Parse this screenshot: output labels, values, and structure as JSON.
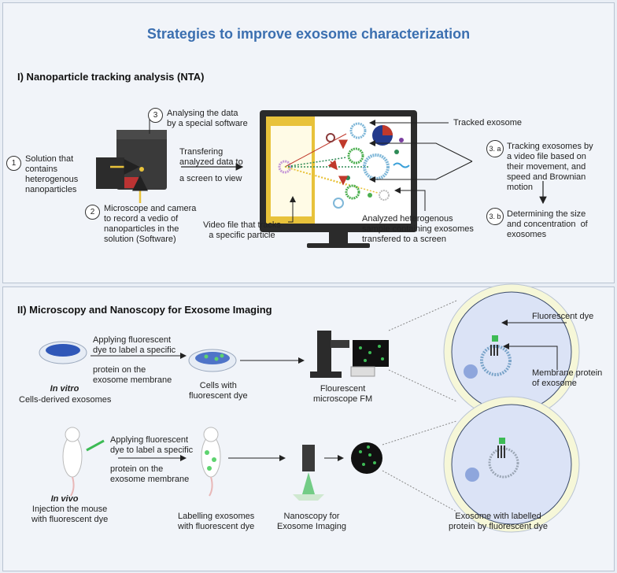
{
  "title": "Strategies to improve exosome characterization",
  "section1": {
    "heading": "I)  Nanoparticle tracking analysis (NTA)",
    "step1": {
      "num": "1",
      "text": "Solution that\ncontains\nheterogenous\nnanoparticles"
    },
    "step2": {
      "num": "2",
      "text": "Microscope and camera\nto record a vedio of\nnanoparticles in the\nsolution (Software)"
    },
    "step3": {
      "num": "3",
      "text": "Analysing the data\nby a special software"
    },
    "transfer": "Transfering\nanalyzed data to",
    "screen_view": "a screen to view",
    "tracked": "Tracked exosome",
    "video_file": "Video file that tracks\na specific particle",
    "analyzed": "Analyzed heterogenous\nsample containing exosomes\ntransfered to a screen",
    "step3a": {
      "num": "3. a",
      "text": "Tracking exosomes by\na video file based on\ntheir movement, and\nspeed and Brownian\nmotion"
    },
    "step3b": {
      "num": "3. b",
      "text": "Determining the size\nand concentration  of\nexosomes"
    }
  },
  "section2": {
    "heading": "II)  Microscopy and  Nanoscopy for Exosome Imaging",
    "invitro_apply1": "Applying fluorescent\ndye to label a specific",
    "invitro_apply2": "protein on the\nexosome membrane",
    "invitro_label": "In vitro",
    "invitro_sub": "Cells-derived exosomes",
    "cells_dye": "Cells with\nfluorescent dye",
    "fm": "Flourescent\nmicroscope FM",
    "fluor_dye": "Fluorescent dye",
    "membrane_protein": "Membrane protein\nof exosome",
    "invivo_apply1": "Applying fluorescent\ndye to label a specific",
    "invivo_apply2": "protein on the\nexosome membrane",
    "invivo_label": "In vivo",
    "invivo_sub": "Injection the mouse\nwith fluorescent dye",
    "labelling": "Labelling exosomes\nwith fluorescent dye",
    "nanoscopy": "Nanoscopy for\nExosome Imaging",
    "exosome_labelled": "Exosome with labelled\nprotein by fluorescent dye"
  },
  "colors": {
    "title": "#3b6fb0",
    "green": "#3dbb55",
    "yellow": "#e8c23a",
    "red": "#c0392b",
    "blue_cell": "#8ea6dc"
  }
}
